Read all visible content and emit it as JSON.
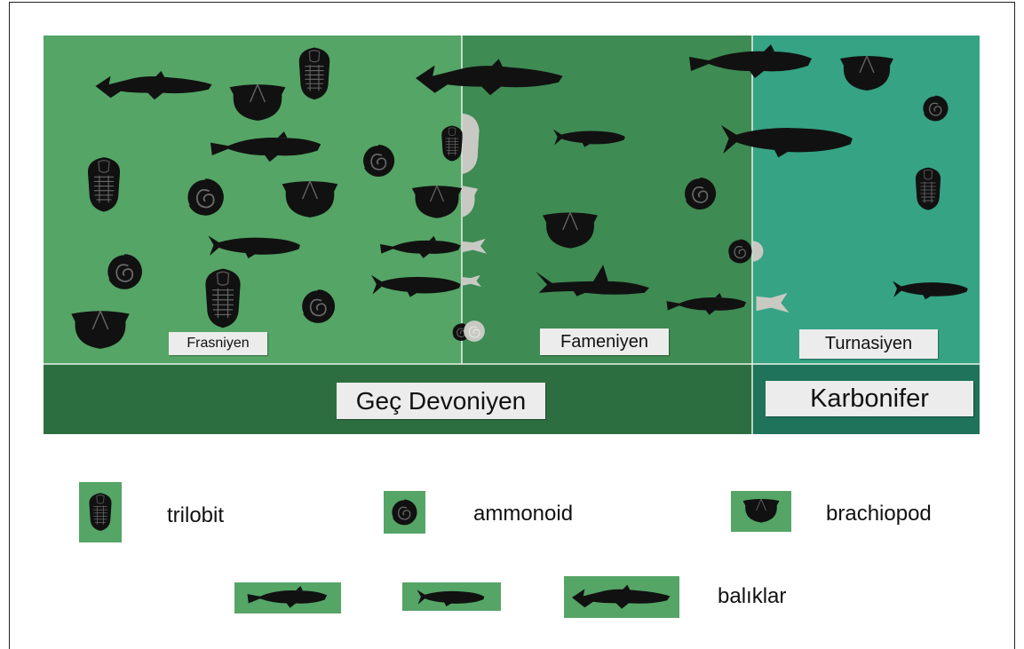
{
  "colors": {
    "frasnian": "#55a566",
    "famennian": "#3e8b53",
    "tournaisian": "#36a384",
    "late_devonian_bar": "#2d6e40",
    "carboniferous_bar": "#1e735a",
    "fossil": "#111111",
    "extinct": "#c9c9c4",
    "divider": "#e8f2ea"
  },
  "stages": {
    "frasnian": "Frasniyen",
    "famennian": "Fameniyen",
    "tournaisian": "Turnasiyen"
  },
  "periods": {
    "late_devonian": "Geç Devoniyen",
    "carboniferous": "Karbonifer"
  },
  "legend": {
    "trilobite": "trilobit",
    "ammonoid": "ammonoid",
    "brachiopod": "brachiopod",
    "fish": "balıklar"
  }
}
